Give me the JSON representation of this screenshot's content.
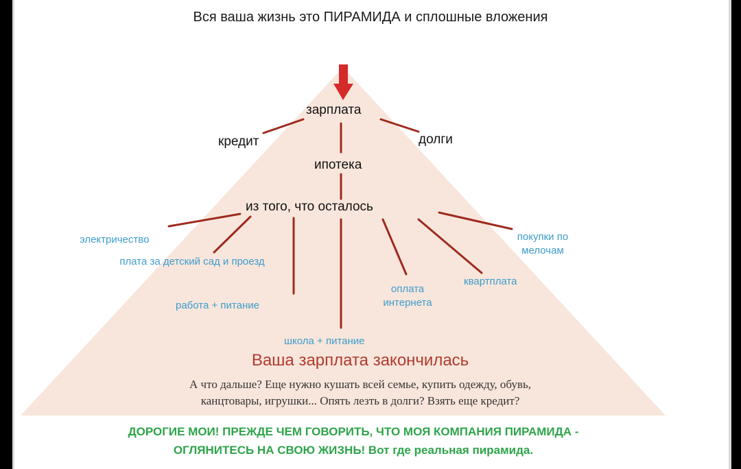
{
  "title": "Вся ваша жизнь это ПИРАМИДА и сплошные вложения",
  "nodes": {
    "salary": "зарплата",
    "credit": "кредит",
    "debts": "долги",
    "mortgage": "ипотека",
    "remainder": "из того, что осталось",
    "electricity": "электричество",
    "kindergarten": "плата за детский сад и проезд",
    "work_food": "работа + питание",
    "school_food": "школа + питание",
    "internet": "оплата интернета",
    "rent": "квартплата",
    "small_purchases": "покупки по мелочам"
  },
  "footer": {
    "headline": "Ваша зарплата закончилась",
    "line1": "А что дальше? Еще нужно кушать всей семье, купить одежду, обувь,",
    "line2": "канцтовары, игрушки... Опять лезть в долги? Взять еще кредит?",
    "green_line1": "ДОРОГИЕ МОИ! ПРЕЖДЕ ЧЕМ ГОВОРИТЬ, ЧТО МОЯ КОМПАНИЯ ПИРАМИДА -",
    "green_line2": "ОГЛЯНИТЕСЬ НА СВОЮ ЖИЗНЬ! Вот где реальная пирамида."
  },
  "colors": {
    "pyramid": "#f8e6dc",
    "arrow": "#d42a2a",
    "lines": "#9e2a1e",
    "blue_text": "#3d9ccc",
    "headline": "#b23a2e",
    "green_text": "#2ea44a"
  }
}
